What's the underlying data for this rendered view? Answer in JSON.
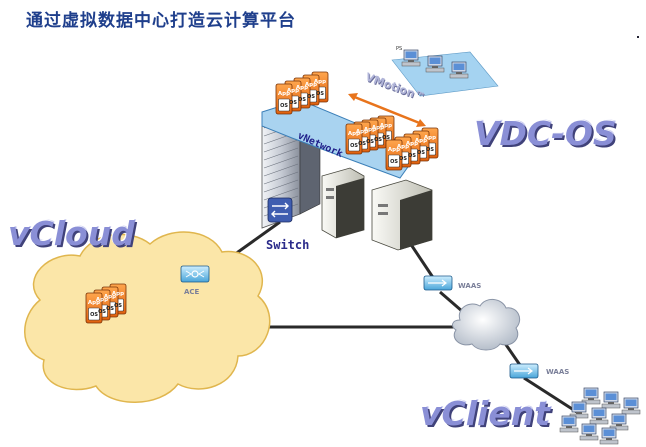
{
  "title": "通过虚拟数据中心打造云计算平台",
  "labels": {
    "vdc_os": "VDC-OS",
    "vcloud": "vCloud",
    "vclient": "vClient",
    "vmotion": "VMotion™",
    "vnetwork": "vNetwork",
    "switch": "Switch",
    "ace": "ACE",
    "waas_1": "WAAS",
    "waas_2": "WAAS",
    "ps": "PS"
  },
  "vm_labels": {
    "app": "App",
    "os": "OS"
  },
  "colors": {
    "title": "#1f3f8c",
    "label_fill": "#8a8fd6",
    "cloud_fill": "#fbe6a8",
    "vm_orange": "#f07a1e",
    "link_line": "#2a2a2a",
    "vmotion_arrow": "#e8741c"
  },
  "icons": [
    "server-rack-icon",
    "tower-server-icon",
    "switch-icon",
    "ace-device-icon",
    "waas-device-icon",
    "cloud-icon",
    "workstation-icon",
    "vm-stack-icon"
  ]
}
